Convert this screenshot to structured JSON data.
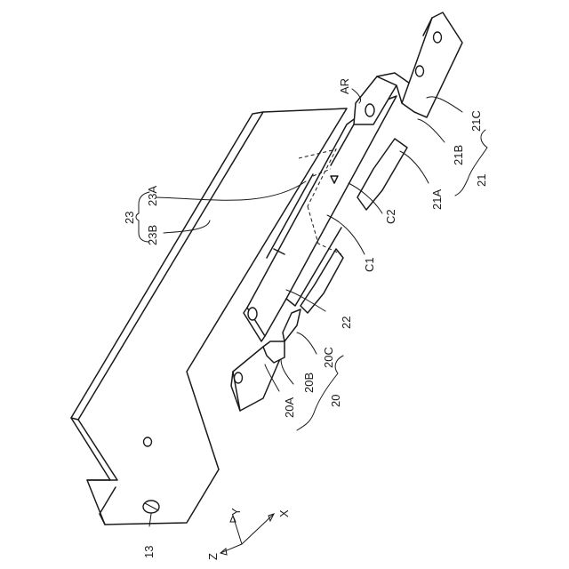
{
  "labels": {
    "ar": "AR",
    "l21c": "21C",
    "l21b": "21B",
    "l21": "21",
    "l21a": "21A",
    "c2": "C2",
    "c1": "C1",
    "l22": "22",
    "l23": "23",
    "l23a": "23A",
    "l23b": "23B",
    "l20c": "20C",
    "l20b": "20B",
    "l20a": "20A",
    "l20": "20",
    "l13": "13",
    "axis_x": "X",
    "axis_y": "Y",
    "axis_z": "Z"
  }
}
